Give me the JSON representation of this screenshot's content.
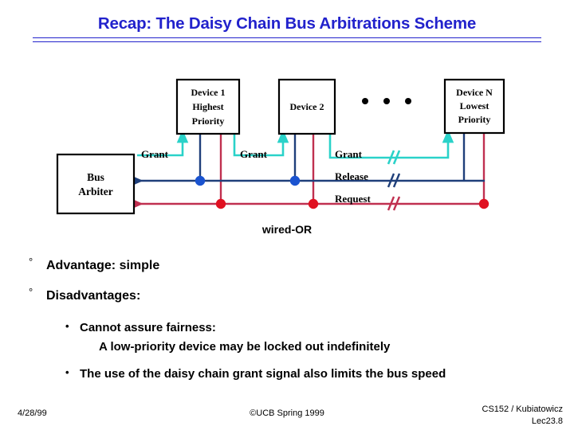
{
  "slide": {
    "title": "Recap: The Daisy Chain Bus Arbitrations Scheme",
    "title_color": "#2222cc",
    "background": "#ffffff"
  },
  "diagram": {
    "arbiter": {
      "line1": "Bus",
      "line2": "Arbiter"
    },
    "devices": [
      {
        "id": "device-1",
        "line1": "Device 1",
        "line2": "Highest",
        "line3": "Priority"
      },
      {
        "id": "device-2",
        "line1": "Device 2",
        "line2": "",
        "line3": ""
      },
      {
        "id": "device-n",
        "line1": "Device N",
        "line2": "Lowest",
        "line3": "Priority"
      }
    ],
    "ellipsis": "• • •",
    "signal_labels": {
      "grant_1": "Grant",
      "grant_2": "Grant",
      "grant_3": "Grant",
      "release": "Release",
      "request": "Request"
    },
    "colors": {
      "grant": "#2ad2c9",
      "release": "#1f3f7a",
      "release_dot": "#1a53d0",
      "request": "#c03050",
      "request_dot": "#e01020",
      "box_border": "#000000",
      "text": "#000000"
    },
    "caption": "wired-OR"
  },
  "body": {
    "items": [
      {
        "bullet": "°",
        "text": "Advantage: simple"
      },
      {
        "bullet": "°",
        "text": "Disadvantages:"
      }
    ],
    "sub_items": [
      {
        "bullet": "•",
        "text": "Cannot assure fairness:"
      },
      {
        "bullet": "",
        "text": "A low-priority device may be locked out indefinitely"
      },
      {
        "bullet": "•",
        "text": "The use of the daisy chain grant signal also limits the bus speed"
      }
    ]
  },
  "footer": {
    "date": "4/28/99",
    "center": "©UCB Spring 1999",
    "course": "CS152 / Kubiatowicz",
    "lecture": "Lec23.8"
  }
}
